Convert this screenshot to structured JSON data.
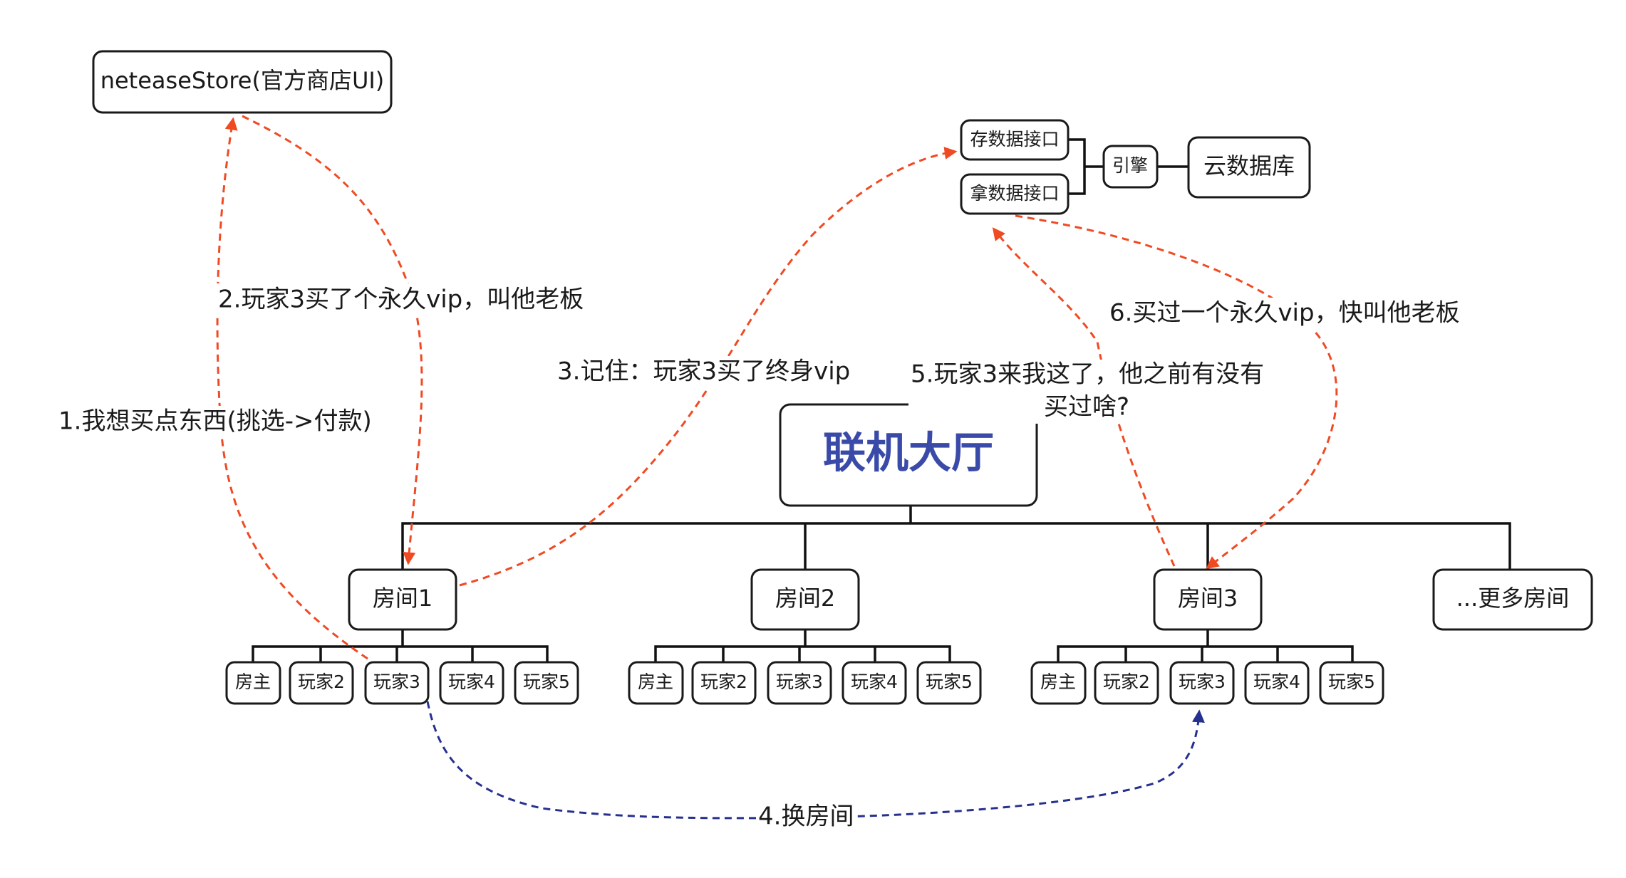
{
  "title": "联机大厅",
  "store": "neteaseStore(官方商店UI)",
  "api": {
    "save": "存数据接口",
    "load": "拿数据接口",
    "engine": "引擎",
    "cloud_db": "云数据库"
  },
  "rooms": [
    {
      "label": "房间1",
      "members": [
        "房主",
        "玩家2",
        "玩家3",
        "玩家4",
        "玩家5"
      ]
    },
    {
      "label": "房间2",
      "members": [
        "房主",
        "玩家2",
        "玩家3",
        "玩家4",
        "玩家5"
      ]
    },
    {
      "label": "房间3",
      "members": [
        "房主",
        "玩家2",
        "玩家3",
        "玩家4",
        "玩家5"
      ]
    }
  ],
  "more_rooms": "...更多房间",
  "flows": {
    "step1": "1.我想买点东西(挑选->付款)",
    "step2": "2.玩家3买了个永久vip，叫他老板",
    "step3": "3.记住：玩家3买了终身vip",
    "step4": "4.换房间",
    "step5_line1": "5.玩家3来我这了，他之前有没有",
    "step5_line2": "买过啥?",
    "step6": "6.买过一个永久vip，快叫他老板"
  },
  "colors": {
    "title": "#3a4aa8",
    "red_flow": "#f04a23",
    "blue_flow": "#26318f",
    "stroke": "#1a1a1a"
  }
}
